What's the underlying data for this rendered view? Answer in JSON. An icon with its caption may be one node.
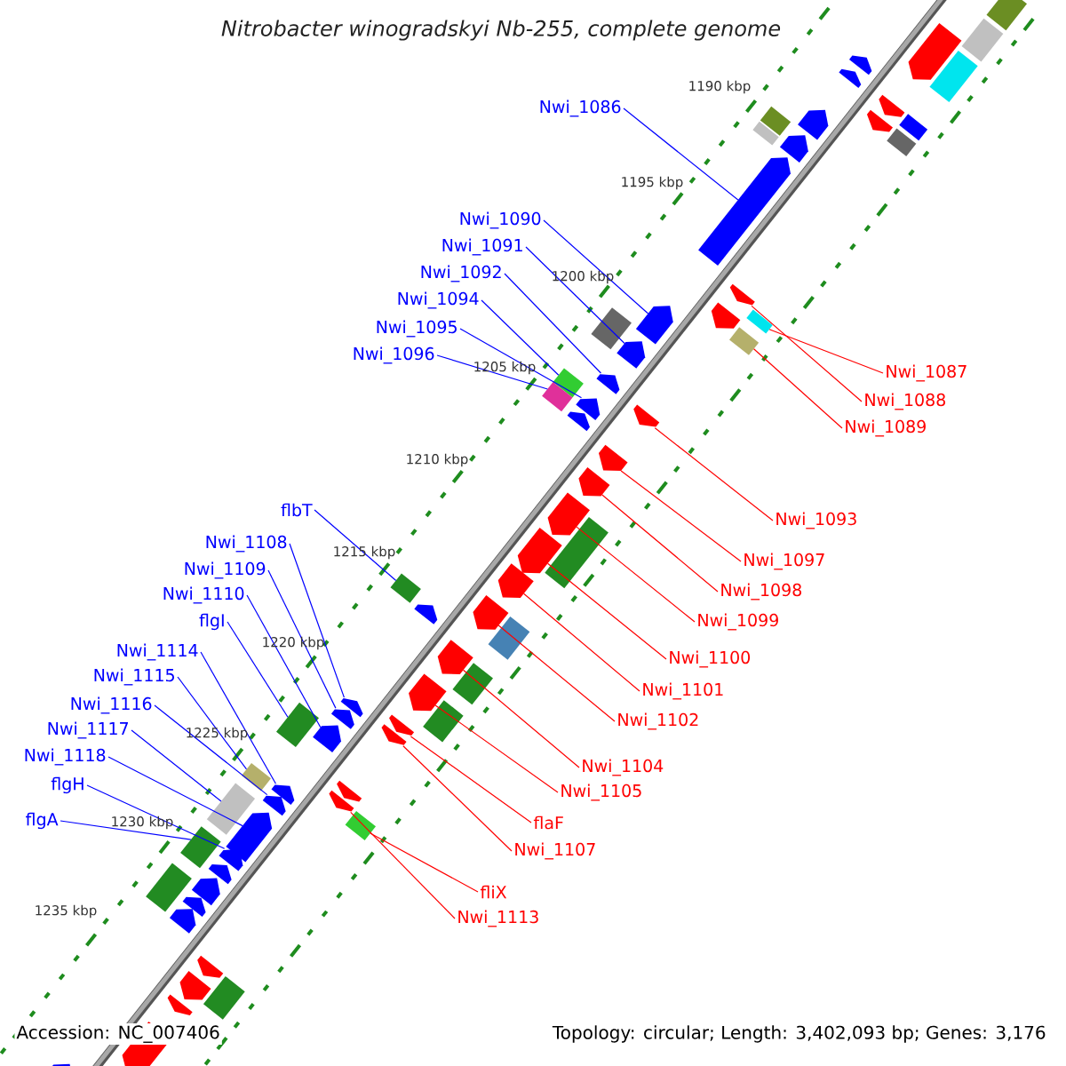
{
  "diagram": {
    "title": "Nitrobacter winogradskyi Nb-255, complete genome",
    "nodes": [
      {
        "text": [
          "Nwi_1086"
        ]
      },
      {
        "text": [
          "Nwi_1090"
        ]
      },
      {
        "text": [
          "Nwi_1091"
        ]
      },
      {
        "text": [
          "Nwi_1092"
        ]
      },
      {
        "text": [
          "Nwi_1094"
        ]
      },
      {
        "text": [
          "Nwi_1095"
        ]
      },
      {
        "text": [
          "Nwi_1096"
        ]
      },
      {
        "text": [
          "flbT"
        ]
      },
      {
        "text": [
          "Nwi_1108"
        ]
      },
      {
        "text": [
          "Nwi_1109"
        ]
      },
      {
        "text": [
          "Nwi_1110"
        ]
      },
      {
        "text": [
          "flgI"
        ]
      },
      {
        "text": [
          "Nwi_1114"
        ]
      },
      {
        "text": [
          "Nwi_1115"
        ]
      },
      {
        "text": [
          "Nwi_1116"
        ]
      },
      {
        "text": [
          "Nwi_1117"
        ]
      },
      {
        "text": [
          "Nwi_1118"
        ]
      },
      {
        "text": [
          "flgH"
        ]
      },
      {
        "text": [
          "flgA"
        ]
      },
      {
        "text": [
          "Nwi_1087"
        ]
      },
      {
        "text": [
          "Nwi_1088"
        ]
      },
      {
        "text": [
          "Nwi_1089"
        ]
      },
      {
        "text": [
          "Nwi_1093"
        ]
      },
      {
        "text": [
          "Nwi_1097"
        ]
      },
      {
        "text": [
          "Nwi_1098"
        ]
      },
      {
        "text": [
          "Nwi_1099"
        ]
      },
      {
        "text": [
          "Nwi_1100"
        ]
      },
      {
        "text": [
          "Nwi_1101"
        ]
      },
      {
        "text": [
          "Nwi_1102"
        ]
      },
      {
        "text": [
          "Nwi_1104"
        ]
      },
      {
        "text": [
          "Nwi_1105"
        ]
      },
      {
        "text": [
          "flaF"
        ]
      },
      {
        "text": [
          "Nwi_1107"
        ]
      },
      {
        "text": [
          "fliX"
        ]
      },
      {
        "text": [
          "Nwi_1113"
        ]
      },
      {
        "text": [],
        "shape": "arrow"
      },
      {
        "text": [],
        "shape": "arrow"
      },
      {
        "text": [],
        "shape": "arrow"
      },
      {
        "text": [],
        "shape": "arrow"
      },
      {
        "text": [],
        "shape": "box"
      },
      {
        "text": [],
        "shape": "arrow"
      },
      {
        "text": [],
        "shape": "box"
      },
      {
        "text": [],
        "shape": "box"
      },
      {
        "text": [],
        "shape": "arrow"
      },
      {
        "text": [],
        "shape": "arrow"
      },
      {
        "text": [],
        "shape": "arrow"
      },
      {
        "text": [],
        "shape": "box"
      },
      {
        "text": [],
        "shape": "arrow"
      },
      {
        "text": [],
        "shape": "box"
      },
      {
        "text": [],
        "shape": "arrow"
      },
      {
        "text": [],
        "shape": "box"
      },
      {
        "text": [],
        "shape": "arrow"
      },
      {
        "text": [],
        "shape": "arrow"
      },
      {
        "text": [],
        "shape": "box"
      },
      {
        "text": [],
        "shape": "box"
      },
      {
        "text": [],
        "shape": "arrow"
      },
      {
        "text": [],
        "shape": "box"
      },
      {
        "text": [],
        "shape": "arrow"
      },
      {
        "text": [],
        "shape": "arrow"
      },
      {
        "text": [],
        "shape": "arrow"
      },
      {
        "text": [],
        "shape": "arrow"
      },
      {
        "text": [],
        "shape": "arrow"
      },
      {
        "text": [],
        "shape": "arrow"
      },
      {
        "text": [],
        "shape": "arrow"
      },
      {
        "text": [],
        "shape": "arrow"
      },
      {
        "text": [],
        "shape": "arrow"
      },
      {
        "text": [],
        "shape": "arrow"
      },
      {
        "text": [],
        "shape": "arrow"
      },
      {
        "text": [],
        "shape": "box"
      },
      {
        "text": [],
        "shape": "arrow"
      },
      {
        "text": [],
        "shape": "arrow"
      },
      {
        "text": [],
        "shape": "arrow"
      },
      {
        "text": [],
        "shape": "arrow"
      },
      {
        "text": [],
        "shape": "arrow"
      },
      {
        "text": [],
        "shape": "arrow"
      },
      {
        "text": [],
        "shape": "arrow"
      },
      {
        "text": [],
        "shape": "arrow"
      },
      {
        "text": [],
        "shape": "arrow"
      },
      {
        "text": [],
        "shape": "arrow"
      },
      {
        "text": [],
        "shape": "arrow"
      },
      {
        "text": [],
        "shape": "arrow"
      },
      {
        "text": [],
        "shape": "box"
      },
      {
        "text": [],
        "shape": "box"
      },
      {
        "text": [],
        "shape": "box"
      },
      {
        "text": [],
        "shape": "box"
      },
      {
        "text": [],
        "shape": "arrow"
      },
      {
        "text": [],
        "shape": "arrow"
      },
      {
        "text": [],
        "shape": "arrow"
      },
      {
        "text": [],
        "shape": "arrow"
      },
      {
        "text": [],
        "shape": "arrow"
      },
      {
        "text": [],
        "shape": "arrow"
      },
      {
        "text": [],
        "shape": "arrow"
      },
      {
        "text": [],
        "shape": "arrow"
      },
      {
        "text": [],
        "shape": "arrow"
      },
      {
        "text": [],
        "shape": "box"
      },
      {
        "text": [],
        "shape": "box"
      },
      {
        "text": [],
        "shape": "box"
      },
      {
        "text": [],
        "shape": "box"
      },
      {
        "text": [],
        "shape": "box"
      },
      {
        "text": [],
        "shape": "box"
      },
      {
        "text": [],
        "shape": "box"
      },
      {
        "text": [],
        "shape": "box"
      },
      {
        "text": [],
        "shape": "box"
      },
      {
        "text": [],
        "shape": "box"
      }
    ],
    "edges": [
      {
        "from": 0,
        "to": 35,
        "arrow": "none"
      },
      {
        "from": 1,
        "to": 36,
        "arrow": "none"
      },
      {
        "from": 2,
        "to": 37,
        "arrow": "none"
      },
      {
        "from": 3,
        "to": 38,
        "arrow": "none"
      },
      {
        "from": 4,
        "to": 39,
        "arrow": "none"
      },
      {
        "from": 5,
        "to": 40,
        "arrow": "none"
      },
      {
        "from": 6,
        "to": 41,
        "arrow": "none"
      },
      {
        "from": 7,
        "to": 42,
        "arrow": "none"
      },
      {
        "from": 8,
        "to": 43,
        "arrow": "none"
      },
      {
        "from": 9,
        "to": 44,
        "arrow": "none"
      },
      {
        "from": 10,
        "to": 45,
        "arrow": "none"
      },
      {
        "from": 11,
        "to": 46,
        "arrow": "none"
      },
      {
        "from": 12,
        "to": 47,
        "arrow": "none"
      },
      {
        "from": 13,
        "to": 48,
        "arrow": "none"
      },
      {
        "from": 14,
        "to": 49,
        "arrow": "none"
      },
      {
        "from": 15,
        "to": 50,
        "arrow": "none"
      },
      {
        "from": 16,
        "to": 51,
        "arrow": "none"
      },
      {
        "from": 17,
        "to": 52,
        "arrow": "none"
      },
      {
        "from": 18,
        "to": 53,
        "arrow": "none"
      },
      {
        "from": 19,
        "to": 54,
        "arrow": "none",
        "color": "#ff0000"
      },
      {
        "from": 20,
        "to": 55,
        "arrow": "none",
        "color": "#ff0000"
      },
      {
        "from": 21,
        "to": 56,
        "arrow": "none",
        "color": "#ff0000"
      },
      {
        "from": 22,
        "to": 57,
        "arrow": "none",
        "color": "#ff0000"
      },
      {
        "from": 23,
        "to": 58,
        "arrow": "none",
        "color": "#ff0000"
      },
      {
        "from": 24,
        "to": 59,
        "arrow": "none",
        "color": "#ff0000"
      },
      {
        "from": 25,
        "to": 60,
        "arrow": "none",
        "color": "#ff0000"
      },
      {
        "from": 26,
        "to": 61,
        "arrow": "none",
        "color": "#ff0000"
      },
      {
        "from": 27,
        "to": 62,
        "arrow": "none",
        "color": "#ff0000"
      },
      {
        "from": 28,
        "to": 63,
        "arrow": "none",
        "color": "#ff0000"
      },
      {
        "from": 29,
        "to": 64,
        "arrow": "none",
        "color": "#ff0000"
      },
      {
        "from": 30,
        "to": 65,
        "arrow": "none",
        "color": "#ff0000"
      },
      {
        "from": 31,
        "to": 66,
        "arrow": "none",
        "color": "#ff0000"
      },
      {
        "from": 32,
        "to": 67,
        "arrow": "none",
        "color": "#ff0000"
      },
      {
        "from": 33,
        "to": 68,
        "arrow": "none",
        "color": "#ff0000"
      },
      {
        "from": 34,
        "to": 69,
        "arrow": "none",
        "color": "#ff0000"
      }
    ],
    "labels": [
      "1190 kbp",
      "1195 kbp",
      "1200 kbp",
      "1205 kbp",
      "1210 kbp",
      "1215 kbp",
      "1220 kbp",
      "1225 kbp",
      "1230 kbp",
      "1235 kbp",
      "Accession: NC_007406",
      "Topology: circular; Length: 3,402,093 bp; Genes: 3,176"
    ]
  }
}
